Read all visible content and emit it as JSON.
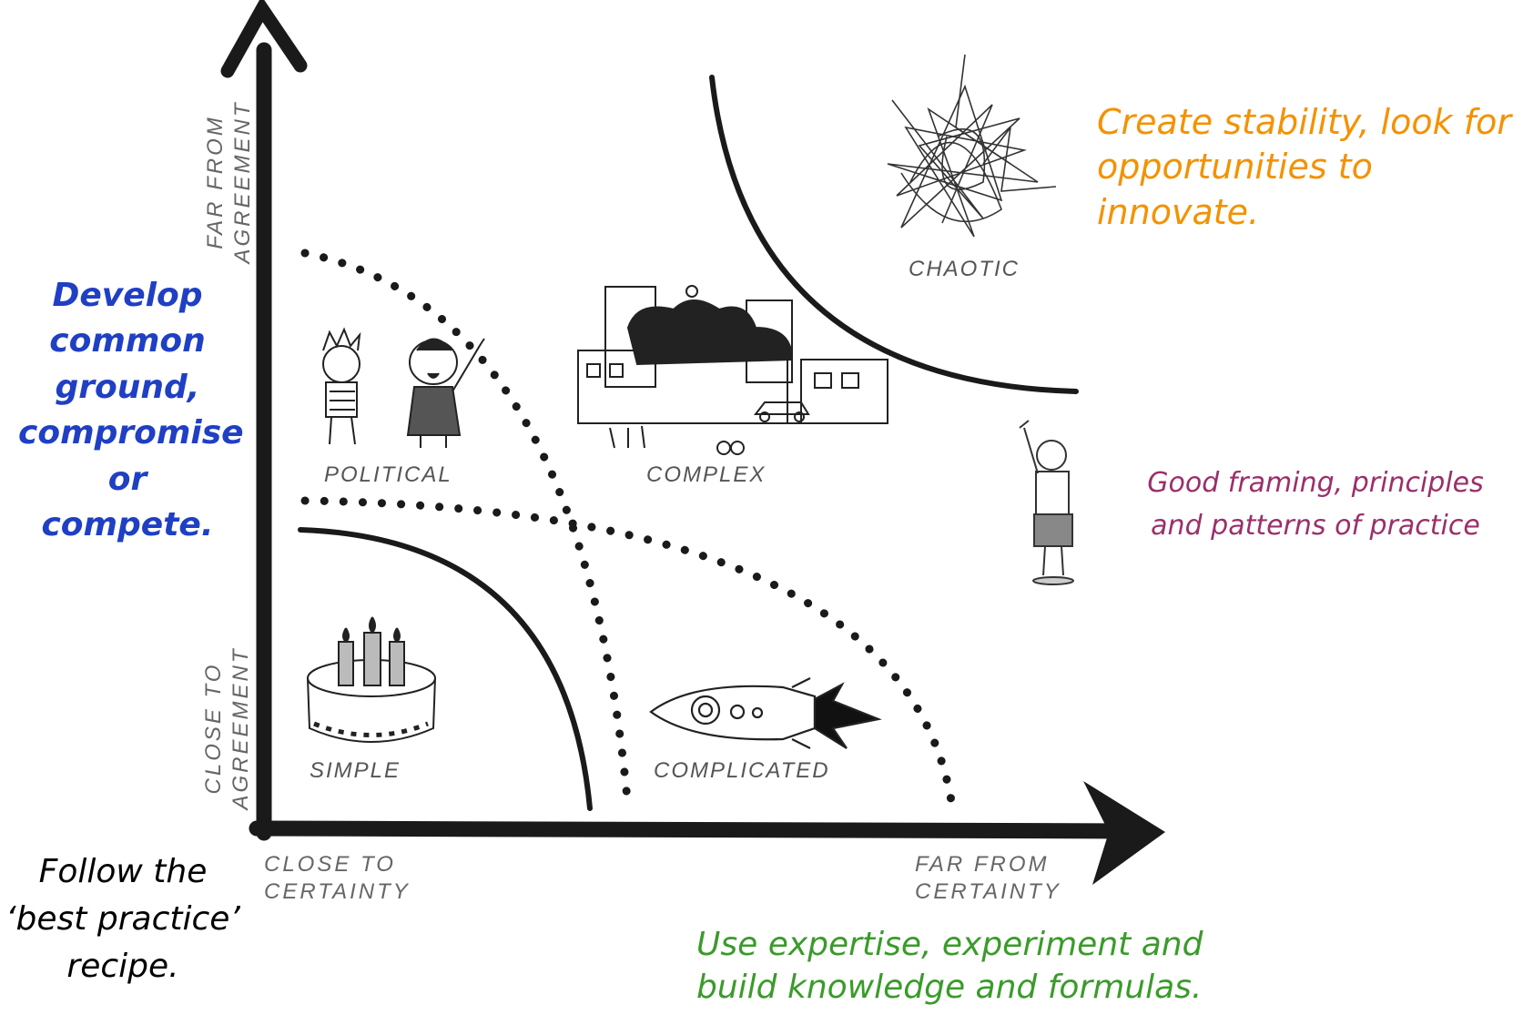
{
  "axes": {
    "y_top_label": [
      "FAR FROM",
      "AGREEMENT"
    ],
    "y_bottom_label": [
      "CLOSE TO",
      "AGREEMENT"
    ],
    "x_left_label": [
      "CLOSE TO",
      "CERTAINTY"
    ],
    "x_right_label": [
      "FAR FROM",
      "CERTAINTY"
    ]
  },
  "zones": {
    "simple": "SIMPLE",
    "complicated": "COMPLICATED",
    "political": "POLITICAL",
    "complex": "COMPLEX",
    "chaotic": "CHAOTIC"
  },
  "advice": {
    "chaotic": [
      "Create stability, look for",
      "opportunities to innovate."
    ],
    "political": [
      "Develop",
      "common",
      "ground,",
      "compromise",
      "or compete."
    ],
    "complex": [
      "Good framing, principles",
      "and patterns of practice"
    ],
    "simple": [
      "Follow the",
      "‘best practice’",
      "recipe."
    ],
    "complicated": [
      "Use expertise, experiment and",
      "build knowledge and formulas."
    ]
  },
  "colors": {
    "chaotic": "#f39200",
    "political": "#1f3fc4",
    "complex": "#9b2f6a",
    "simple": "#000000",
    "complicated": "#3a9b2a",
    "ink": "#1a1a1a"
  },
  "icons": {
    "simple": "birthday-cake-icon",
    "complicated": "rocket-icon",
    "political": "arguing-kids-icon",
    "complex": "city-street-icon",
    "chaotic": "scribble-icon",
    "guide": "waving-person-icon"
  }
}
